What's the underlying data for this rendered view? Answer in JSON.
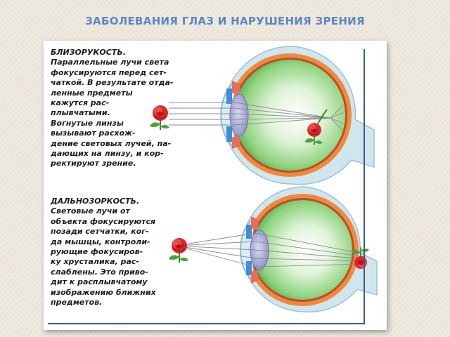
{
  "title": "ЗАБОЛЕВАНИЯ ГЛАЗ И НАРУШЕНИЯ ЗРЕНИЯ",
  "myopia": {
    "lines": [
      "БЛИЗОРУКОСТЬ.",
      "Параллельные лучи света",
      "фокусируются перед сет-",
      "чаткой. В результате отда-",
      "ленные предметы",
      "кажутся рас-",
      "плывчатыми.",
      "Вогнутые линзы",
      "вызывают расхож-",
      "дение световых лучей, па-",
      "дающих на линзу, и кор-",
      "ректируют зрение."
    ]
  },
  "hyperopia": {
    "lines": [
      "ДАЛЬНОЗОРКОСТЬ.",
      "Световые лучи от",
      "объекта фокусируются",
      "позади сетчатки, ког-",
      "да мышцы, контроли-",
      "рующие фокусиров-",
      "ку хрусталика, рас-",
      "слаблены. Это приво-",
      "дит к расплывчатому",
      "изображению ближних",
      "предметов."
    ]
  },
  "colors": {
    "title": "#5b86c4",
    "sclera": "#f08a3c",
    "vitreous": "#6cc76a",
    "lens": "#a9a9d8",
    "rose": "#d8262a",
    "frame_line": "#3f5a8a"
  }
}
